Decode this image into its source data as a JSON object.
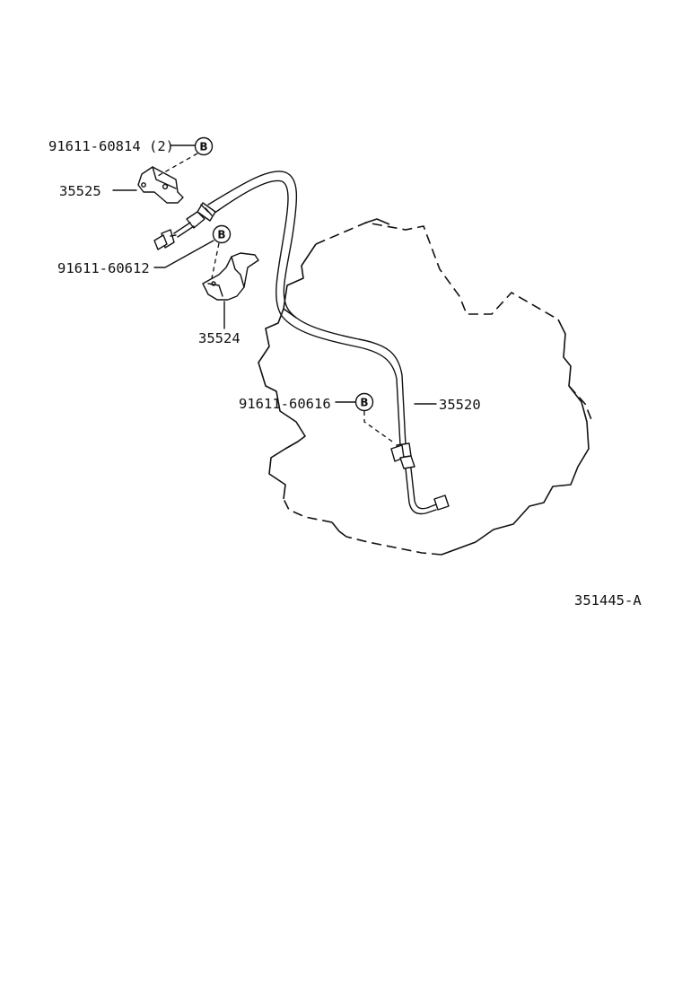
{
  "parts": {
    "bolt_top": {
      "part_number": "91611-60814",
      "qty": "(2)",
      "callout": "B"
    },
    "bracket_upper": {
      "part_number": "35525"
    },
    "bolt_middle": {
      "part_number": "91611-60612",
      "callout": "B"
    },
    "bracket_lower": {
      "part_number": "35524"
    },
    "bolt_lower": {
      "part_number": "91611-60616",
      "callout": "B"
    },
    "cable": {
      "part_number": "35520"
    }
  },
  "figure_id": "351445-A",
  "colors": {
    "ink": "#111111",
    "paper": "#ffffff"
  }
}
